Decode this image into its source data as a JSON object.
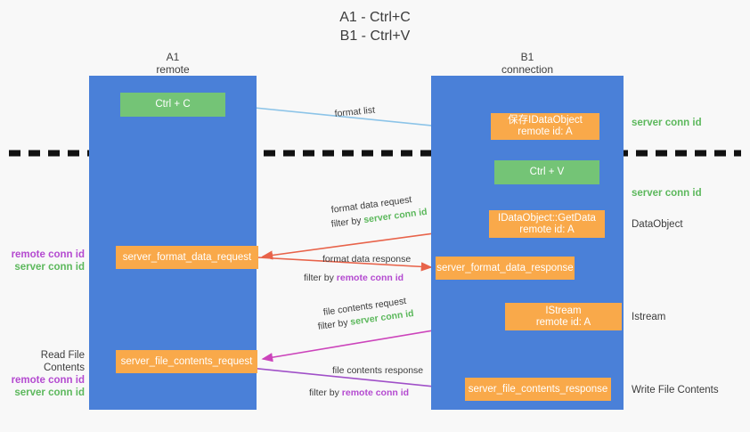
{
  "title": "A1 - Ctrl+C\nB1 - Ctrl+V",
  "lanes": [
    {
      "name": "lane-a",
      "header": "A1\nremote"
    },
    {
      "name": "lane-b",
      "header": "B1\nconnection"
    }
  ],
  "nodes": {
    "ctrl_c": "Ctrl + C",
    "save_idataobject": "保存IDataObject\nremote id: A",
    "ctrl_v": "Ctrl + V",
    "getdata": "IDataObject::GetData\nremote id: A",
    "server_format_data_request": "server_format_data_request",
    "server_format_data_response": "server_format_data_response",
    "istream": "IStream\nremote id: A",
    "server_file_contents_request": "server_file_contents_request",
    "server_file_contents_response": "server_file_contents_response"
  },
  "edges": {
    "format_list": "format list",
    "format_data_request": "format data request",
    "format_data_response": "format data response",
    "file_contents_request": "file contents request",
    "file_contents_response": "file contents response",
    "filter_by": "filter by"
  },
  "conn_ids": {
    "server": "server conn id",
    "remote": "remote conn id"
  },
  "right_labels": {
    "server_conn_id_top": "server conn id",
    "server_conn_id_second": "server conn id",
    "dataobject": "DataObject",
    "istream": "Istream",
    "write_file_contents": "Write File Contents"
  },
  "left_labels": {
    "read_file_contents": "Read File Contents"
  },
  "colors": {
    "lane": "#4a80d8",
    "node_orange": "#f9a94a",
    "node_green": "#74c476",
    "server_conn": "#5cb85c",
    "remote_conn": "#b44ad0",
    "arrow_blue": "#8cc4e8",
    "arrow_red": "#e8634a",
    "arrow_magenta": "#cc44bb",
    "arrow_purple": "#a050c8",
    "arrow_black": "#111111",
    "divider": "#111111",
    "background": "#f8f8f8"
  }
}
